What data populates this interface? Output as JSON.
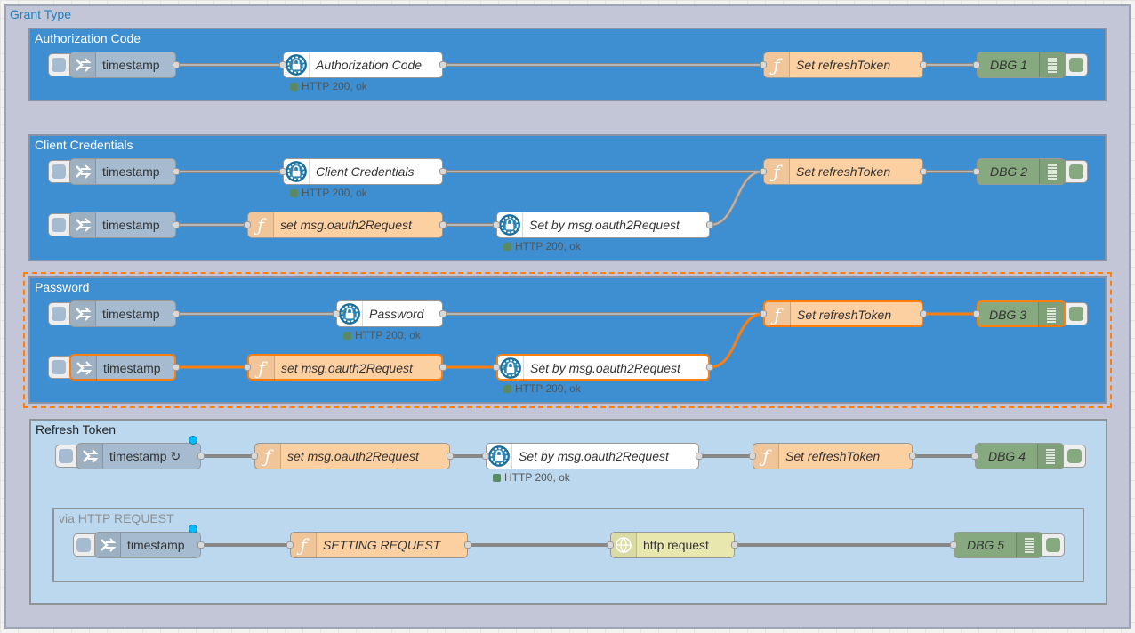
{
  "groups": {
    "grant_type": "Grant Type",
    "authorization_code": "Authorization Code",
    "client_credentials": "Client Credentials",
    "password": "Password",
    "refresh_token": "Refresh Token",
    "via_http_request": "via HTTP REQUEST"
  },
  "nodes": {
    "ts_authcode": "timestamp",
    "oauth_authcode": "Authorization Code",
    "fn_refresh_1": "Set refreshToken",
    "dbg1": "DBG 1",
    "ts_cc_1": "timestamp",
    "oauth_cc": "Client Credentials",
    "fn_refresh_2": "Set refreshToken",
    "dbg2": "DBG 2",
    "ts_cc_2": "timestamp",
    "fn_setreq_cc": "set msg.oauth2Request",
    "oauth_msg_cc": "Set by msg.oauth2Request",
    "ts_pw_1": "timestamp",
    "oauth_pw": "Password",
    "fn_refresh_3": "Set refreshToken",
    "dbg3": "DBG 3",
    "ts_pw_2": "timestamp",
    "fn_setreq_pw": "set msg.oauth2Request",
    "oauth_msg_pw": "Set by msg.oauth2Request",
    "ts_rt": "timestamp ↻",
    "fn_setreq_rt": "set msg.oauth2Request",
    "oauth_msg_rt": "Set by msg.oauth2Request",
    "fn_refresh_4": "Set refreshToken",
    "dbg4": "DBG 4",
    "ts_http": "timestamp",
    "fn_setting": "SETTING REQUEST",
    "http_req": "http request",
    "dbg5": "DBG 5"
  },
  "status": {
    "authcode": "HTTP 200, ok",
    "cc": "HTTP 200, ok",
    "cc_msg": "HTTP 200, ok",
    "pw": "HTTP 200, ok",
    "pw_msg": "HTTP 200, ok",
    "rt_msg": "HTTP 200, ok"
  },
  "icons": {
    "inject": "inject-arrow-icon",
    "function": "function-f-icon",
    "oauth": "gear-lock-icon",
    "http": "globe-icon",
    "debug": "list-lines-icon"
  },
  "colors": {
    "workspace": "#f3f3f3",
    "group_outer": "#c2c6d6",
    "group_blue": "#3d8fd1",
    "group_light": "#bcd8ee",
    "inject": "#a6bbcf",
    "function": "#fdd0a2",
    "oauth": "#ffffff",
    "http": "#e7e7ae",
    "debug": "#87a980",
    "selection": "#ff7f0e",
    "changed_badge": "#00bcff"
  }
}
